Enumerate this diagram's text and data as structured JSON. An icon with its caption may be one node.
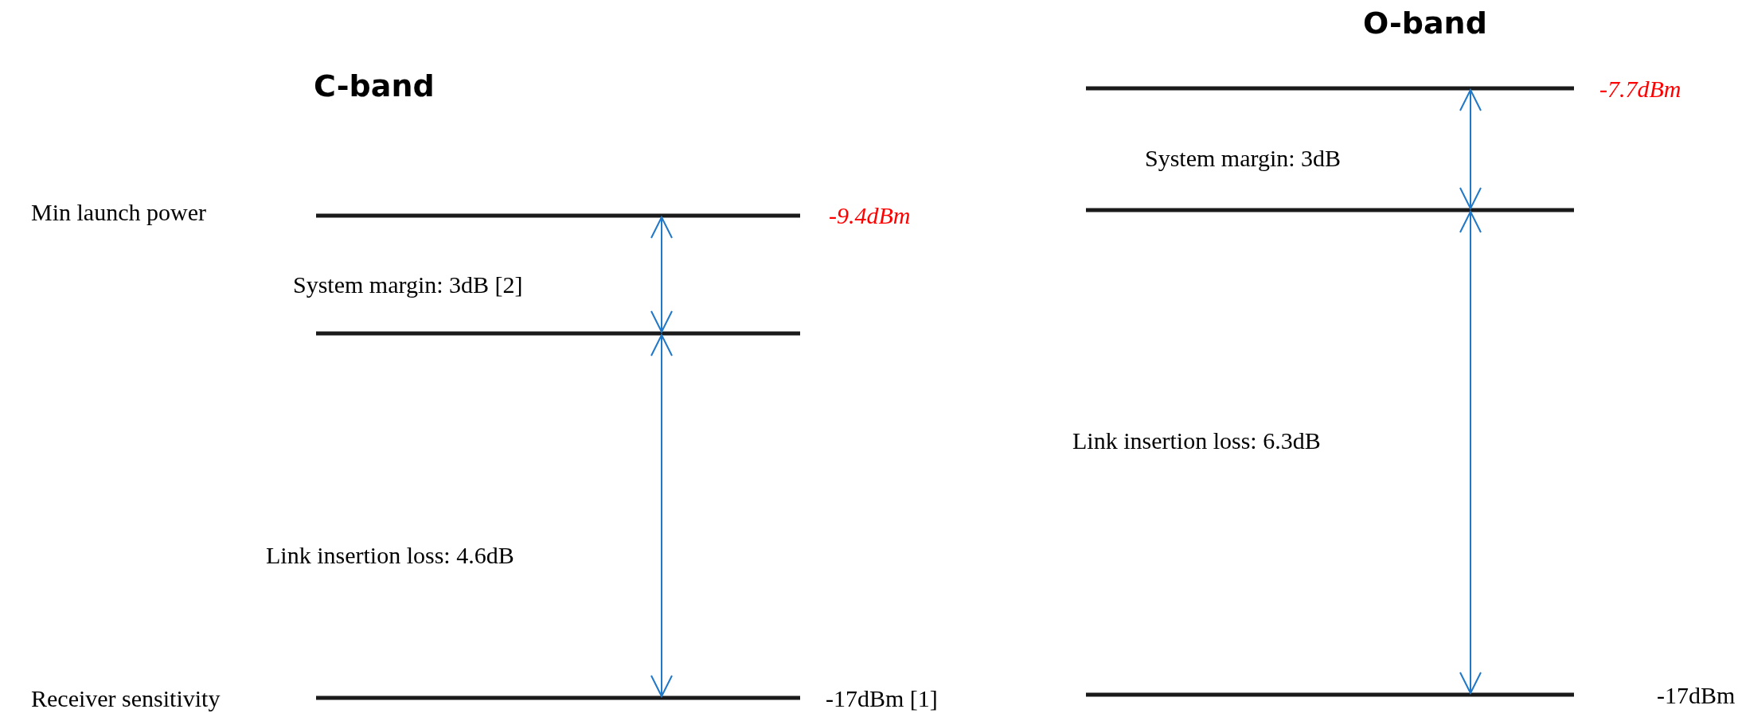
{
  "diagram": {
    "labels": [
      "O-band",
      "-7.7dBm",
      "C-band",
      "System margin: 3dB",
      "Min launch power",
      "-9.4dBm",
      "System margin: 3dB [2]",
      "Link insertion loss: 6.3dB",
      "Link insertion loss: 4.6dB",
      "Receiver sensitivity",
      "-17dBm [1]",
      "-17dBm"
    ]
  }
}
